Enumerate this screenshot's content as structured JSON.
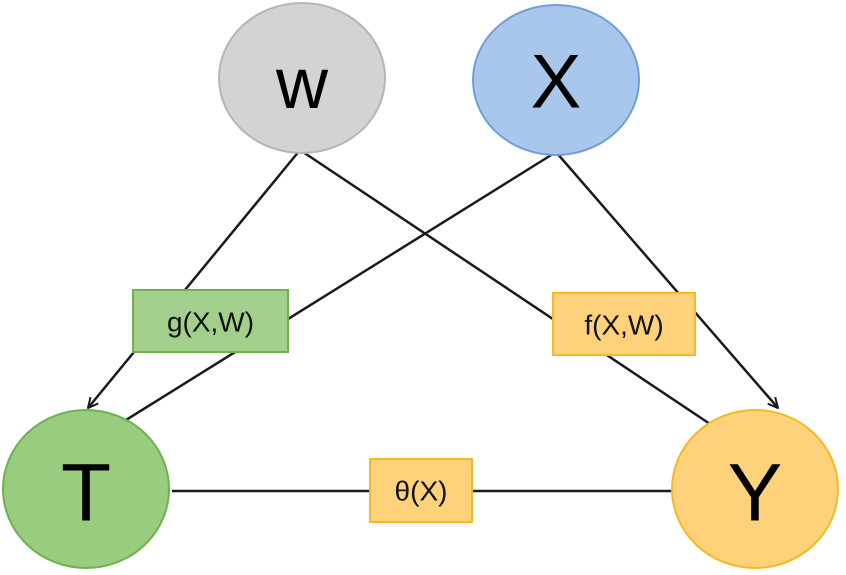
{
  "nodes": {
    "w": {
      "label": "w",
      "fill": "#d3d3d3",
      "stroke": "#b5b5b5"
    },
    "x": {
      "label": "X",
      "fill": "#a9c6ec",
      "stroke": "#6f9fd8"
    },
    "t": {
      "label": "T",
      "fill": "#98cc7f",
      "stroke": "#6fb150"
    },
    "y": {
      "label": "Y",
      "fill": "#fdd27a",
      "stroke": "#f5b928"
    }
  },
  "functions": {
    "g": {
      "label": "g(X,W)",
      "fill": "#a3cf8d",
      "stroke": "#6fb150"
    },
    "f": {
      "label": "f(X,W)",
      "fill": "#fdd27a",
      "stroke": "#f5b928"
    },
    "theta": {
      "label": "θ(X)",
      "fill": "#fdd27a",
      "stroke": "#f5b928"
    }
  },
  "edges": [
    {
      "from": "w",
      "to": "t"
    },
    {
      "from": "w",
      "to": "y"
    },
    {
      "from": "x",
      "to": "t"
    },
    {
      "from": "x",
      "to": "y"
    },
    {
      "from": "t",
      "to": "y"
    }
  ]
}
